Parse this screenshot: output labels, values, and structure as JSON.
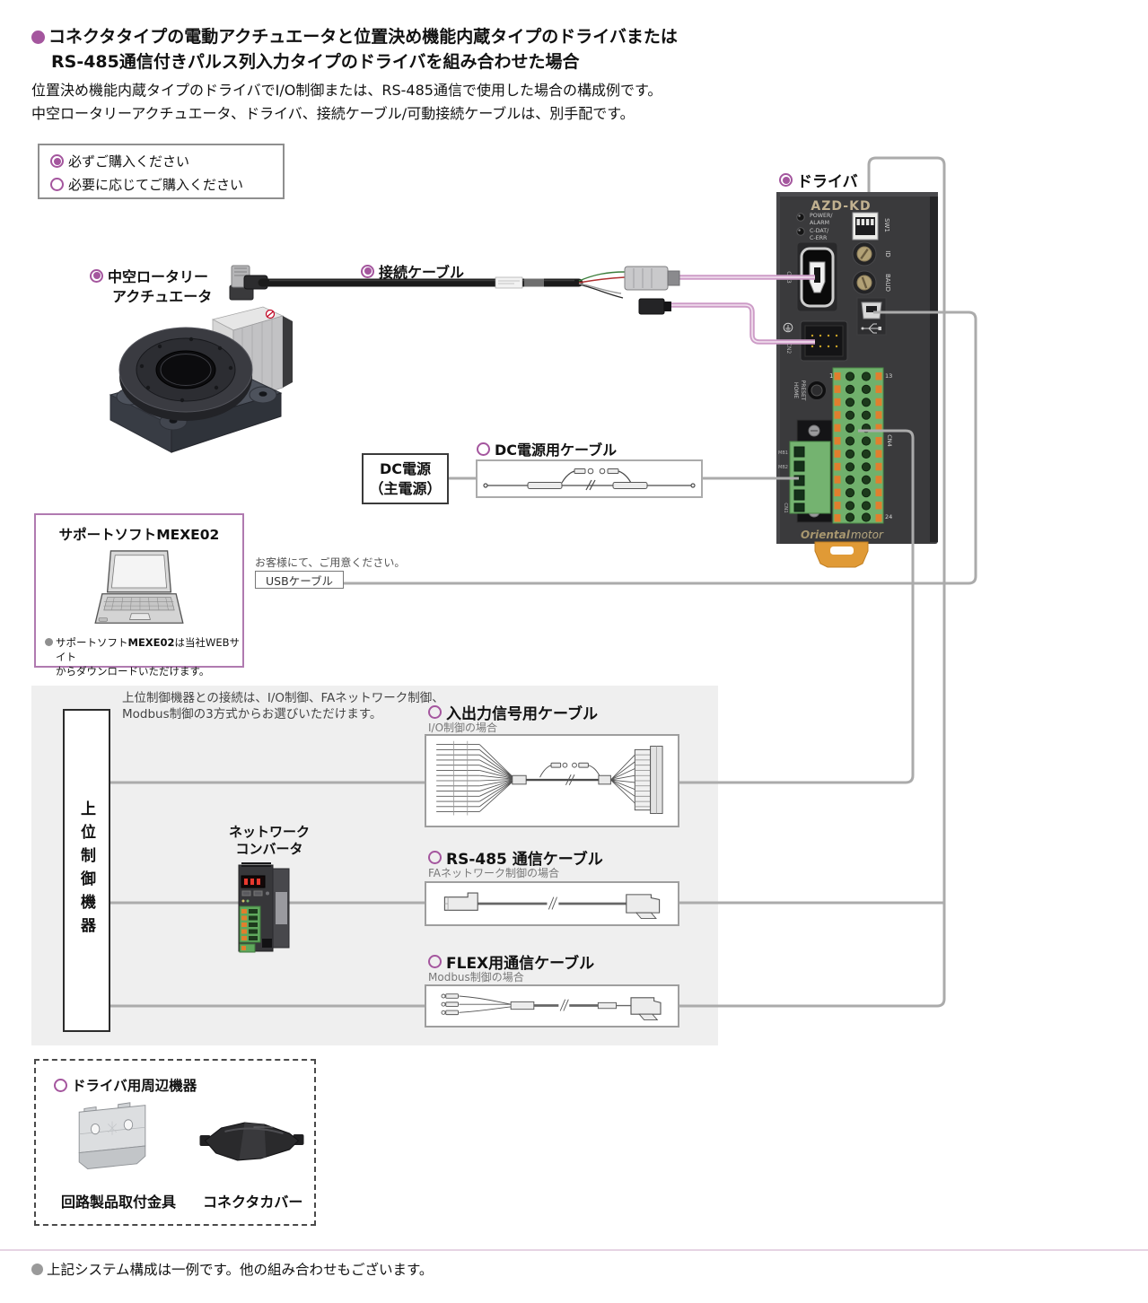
{
  "page": {
    "title_line1": "コネクタタイプの電動アクチュエータと位置決め機能内蔵タイプのドライバまたは",
    "title_line2": "RS-485通信付きパルス列入力タイプのドライバを組み合わせた場合",
    "desc_line1": "位置決め機能内蔵タイプのドライバでI/O制御または、RS-485通信で使用した場合の構成例です。",
    "desc_line2": "中空ロータリーアクチュエータ、ドライバ、接続ケーブル/可動接続ケーブルは、別手配です。",
    "footer_note": "上記システム構成は一例です。他の組み合わせもございます。"
  },
  "legend": {
    "required": "必ずご購入ください",
    "optional": "必要に応じてご購入ください"
  },
  "labels": {
    "driver": "ドライバ",
    "actuator_line1": "中空ロータリー",
    "actuator_line2": "アクチュエータ",
    "connection_cable": "接続ケーブル",
    "dc_cable": "DC電源用ケーブル",
    "dc_power_line1": "DC電源",
    "dc_power_line2": "（主電源）",
    "io_cable": "入出力信号用ケーブル",
    "io_case": "I/O制御の場合",
    "rs485_cable": "RS-485 通信ケーブル",
    "rs485_case": "FAネットワーク制御の場合",
    "flex_cable": "FLEX用通信ケーブル",
    "flex_case": "Modbus制御の場合",
    "netconv_line1": "ネットワーク",
    "netconv_line2": "コンバータ",
    "host_controller": "上位制御機器",
    "host_note_line1": "上位制御機器との接続は、I/O制御、FAネットワーク制御、",
    "host_note_line2": "Modbus制御の3方式からお選びいただけます。",
    "usb_note": "お客様にて、ご用意ください。",
    "usb_cable": "USBケーブル",
    "peripherals": "ドライバ用周辺機器",
    "bracket": "回路製品取付金具",
    "connector_cover": "コネクタカバー"
  },
  "support": {
    "title_prefix": "サポートソフト",
    "title_model": "MEXE02",
    "note_prefix": "サポートソフト",
    "note_model": "MEXE02",
    "note_suffix": "は当社WEBサイト",
    "note_line2": "からダウンロードいただけます。"
  },
  "driver_panel": {
    "model": "AZD-KD",
    "led1a": "POWER/",
    "led1b": "ALARM",
    "led2a": "C-DAT/",
    "led2b": "C-ERR",
    "sw1": "SW1",
    "id": "ID",
    "baud": "BAUD",
    "cn3": "CN3",
    "cn2": "CN2",
    "cn4": "CN4",
    "cn1": "CN1",
    "home": "HOME",
    "preset": "PRESET",
    "mb1": "MB1",
    "mb2": "MB2",
    "pin1": "1",
    "pin13": "13",
    "pin24": "24",
    "logo1": "Oriental",
    "logo2": "motor"
  },
  "colors": {
    "accent": "#a4569e",
    "line_gray": "#ababab",
    "line_pink": "#cd9cc7",
    "panel_bg": "#efefef",
    "support_border": "#b07ab0",
    "driver_body": "#3a3a3c",
    "terminal_green": "#70b06c",
    "terminal_orange": "#e07f2e",
    "clip_orange": "#e09a36"
  }
}
